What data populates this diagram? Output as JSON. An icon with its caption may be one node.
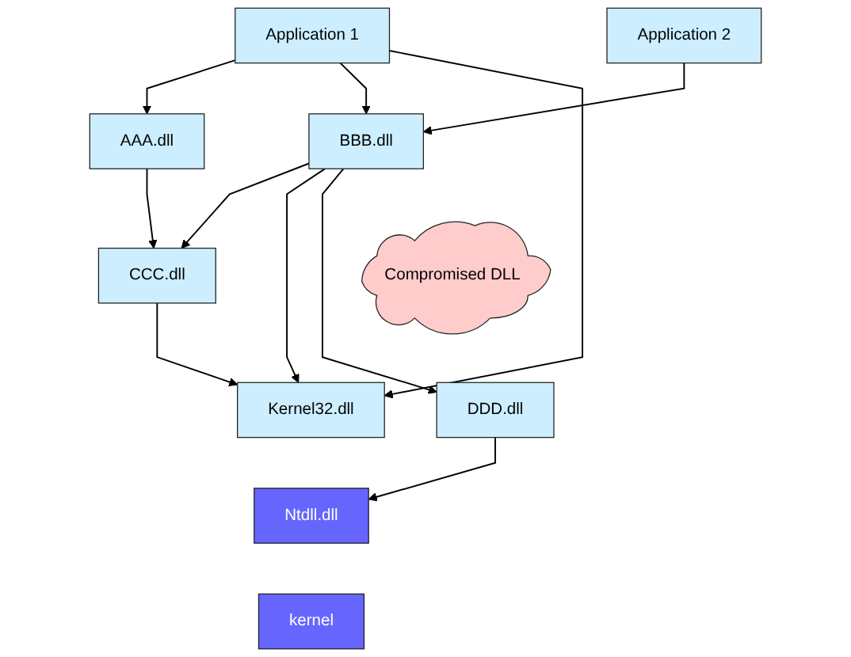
{
  "diagram": {
    "nodes": [
      {
        "text": [
          "Application 1"
        ]
      },
      {
        "text": [
          "Application 2"
        ]
      },
      {
        "text": [
          "Compromised DLL"
        ]
      },
      {
        "text": [
          "AAA.dll"
        ]
      },
      {
        "text": [
          "BBB.dll"
        ]
      },
      {
        "text": [
          "CCC.dll"
        ]
      },
      {
        "text": [
          "DDD.dll"
        ]
      },
      {
        "text": [
          "Kernel32.dll"
        ]
      },
      {
        "text": [
          "Ntdll.dll"
        ]
      },
      {
        "text": [
          "kernel"
        ]
      }
    ],
    "edges": [
      {
        "from": 0,
        "to": 3,
        "arrow": "to"
      },
      {
        "from": 0,
        "to": 4,
        "arrow": "to"
      },
      {
        "from": 0,
        "to": 7,
        "arrow": "to"
      },
      {
        "from": 1,
        "to": 4,
        "arrow": "to"
      },
      {
        "from": 3,
        "to": 5,
        "arrow": "to"
      },
      {
        "from": 4,
        "to": 5,
        "arrow": "to"
      },
      {
        "from": 4,
        "to": 7,
        "arrow": "to"
      },
      {
        "from": 4,
        "to": 6,
        "arrow": "to"
      },
      {
        "from": 5,
        "to": 7,
        "arrow": "to"
      },
      {
        "from": 6,
        "to": 8,
        "arrow": "to"
      }
    ]
  }
}
